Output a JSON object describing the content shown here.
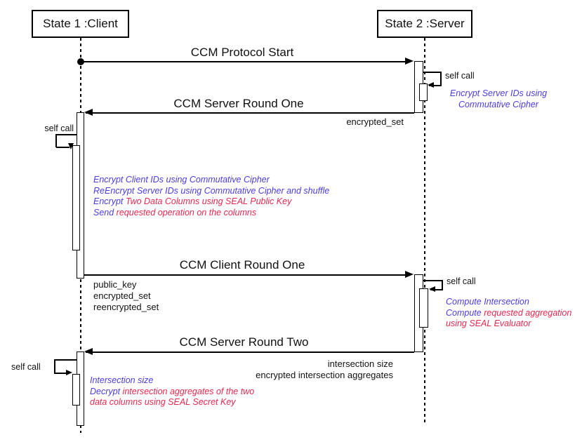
{
  "actors": [
    {
      "label": "State 1 :Client"
    },
    {
      "label": "State 2 :Server"
    }
  ],
  "messages": [
    {
      "label": "CCM Protocol Start",
      "params": []
    },
    {
      "label": "CCM Server Round One",
      "params": [
        "encrypted_set"
      ]
    },
    {
      "label": "CCM Client Round One",
      "params": [
        "public_key",
        "encrypted_set",
        "reencrypted_set"
      ]
    },
    {
      "label": "CCM Server Round Two",
      "params": [
        "intersection size",
        "encrypted intersection aggregates"
      ]
    }
  ],
  "self_call_label": "self call",
  "notes": {
    "server_one": {
      "lines": [
        {
          "blue": "Encrypt Server IDs using",
          "red": ""
        },
        {
          "blue": "Commutative Cipher",
          "red": ""
        }
      ]
    },
    "client_one": {
      "lines": [
        {
          "blue": "Encrypt Client IDs using Commutative Cipher",
          "red": ""
        },
        {
          "blue": "ReEncrypt Server IDs using Commutative Cipher and shuffle",
          "red": ""
        },
        {
          "blue": "Encrypt",
          "red": " Two Data Columns using SEAL Public Key"
        },
        {
          "blue": "Send",
          "red": " requested operation on the columns"
        }
      ]
    },
    "server_two": {
      "lines": [
        {
          "blue": "Compute Intersection",
          "red": ""
        },
        {
          "blue": "Compute",
          "red": " requested aggregation"
        },
        {
          "blue": "",
          "red": "using SEAL Evaluator"
        }
      ]
    },
    "client_two": {
      "lines": [
        {
          "blue": "Intersection size",
          "red": ""
        },
        {
          "blue": "Decrypt",
          "red": " intersection aggregates of the two"
        },
        {
          "blue": "",
          "red": "data columns using SEAL Secret Key"
        }
      ]
    }
  },
  "colors": {
    "note_blue": "#4B3CDC",
    "note_red": "#E62850",
    "line": "#000000",
    "background": "#FFFFFF"
  }
}
